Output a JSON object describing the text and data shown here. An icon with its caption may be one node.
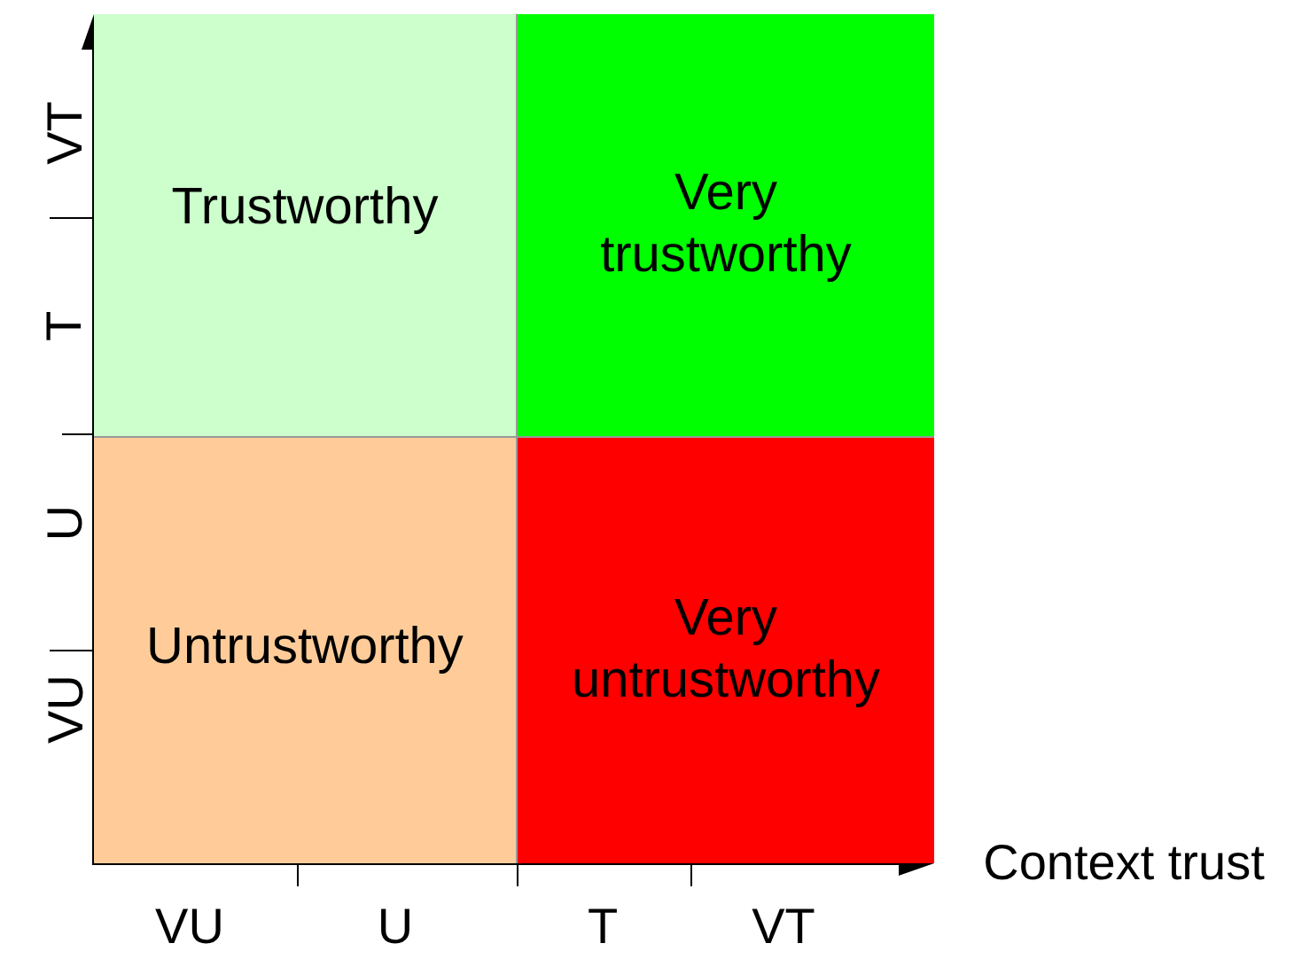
{
  "diagram": {
    "nodes": [
      {
        "text": [
          "Trustworthy"
        ]
      },
      {
        "text": [
          "Very trustworthy"
        ]
      },
      {
        "text": [
          "Untrustworthy"
        ]
      },
      {
        "text": [
          "Very untrustworthy"
        ]
      }
    ],
    "labels": [
      "VT",
      "T",
      "U",
      "VU",
      "VU",
      "U",
      "T",
      "VT",
      "Context trust"
    ]
  }
}
